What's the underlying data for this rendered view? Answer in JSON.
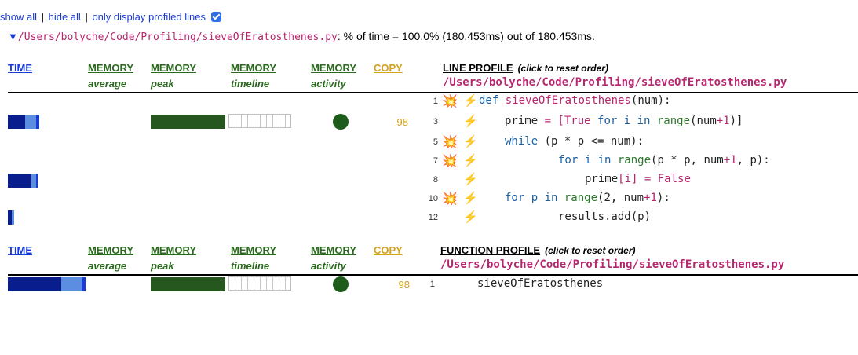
{
  "controls": {
    "show_all": "show all",
    "separator": "|",
    "hide_all": "hide all",
    "only_profiled": "only display profiled lines",
    "only_profiled_checked": true
  },
  "file_summary": {
    "toggle": "▼",
    "path": "/Users/bolyche/Code/Profiling/sieveOfEratosthenes.py",
    "summary": ": % of time = 100.0% (180.453ms) out of 180.453ms."
  },
  "headers": {
    "time": "TIME",
    "memory": "MEMORY",
    "average": "average",
    "peak": "peak",
    "timeline": "timeline",
    "activity": "activity",
    "copy": "COPY",
    "line_profile": "LINE PROFILE",
    "function_profile": "FUNCTION PROFILE",
    "reset_note": "(click to reset order)",
    "path": "/Users/bolyche/Code/Profiling/sieveOfEratosthenes.py"
  },
  "icons": {
    "boom": "💥",
    "bolt": "⚡"
  },
  "colors": {
    "link_blue": "#1a3bd6",
    "memory_green": "#2a6a1e",
    "copy_gold": "#d4a21c",
    "path_magenta": "#b5266e",
    "time_dark": "#0a1d8c",
    "time_light": "#5b8de0"
  },
  "line_profile": {
    "line_numbers": [
      "1",
      "3",
      "5",
      "7",
      "8",
      "10",
      "12"
    ],
    "copy_value": "98",
    "code": {
      "l1_kw": "def",
      "l1_fn": "sieveOfEratosthenes",
      "l1_rest": "(num):",
      "l3_a": "prime ",
      "l3_b": "= [True ",
      "l3_c": "for i in ",
      "l3_d": "range",
      "l3_e": "(num",
      "l3_f": "+1",
      "l3_g": ")]",
      "l5_kw": "while",
      "l5_rest": " (p * p <= num):",
      "l7_a": "for i in ",
      "l7_b": "range",
      "l7_c": "(p * p, num",
      "l7_d": "+1",
      "l7_e": ", p):",
      "l8_a": "prime",
      "l8_b": "[i]",
      "l8_c": " = False",
      "l10_a": "for p in ",
      "l10_b": "range",
      "l10_c": "(2, num",
      "l10_d": "+1",
      "l10_e": "):",
      "l12": "results.add(p)"
    }
  },
  "function_profile": {
    "line_number": "1",
    "copy_value": "98",
    "name": "sieveOfEratosthenes"
  }
}
